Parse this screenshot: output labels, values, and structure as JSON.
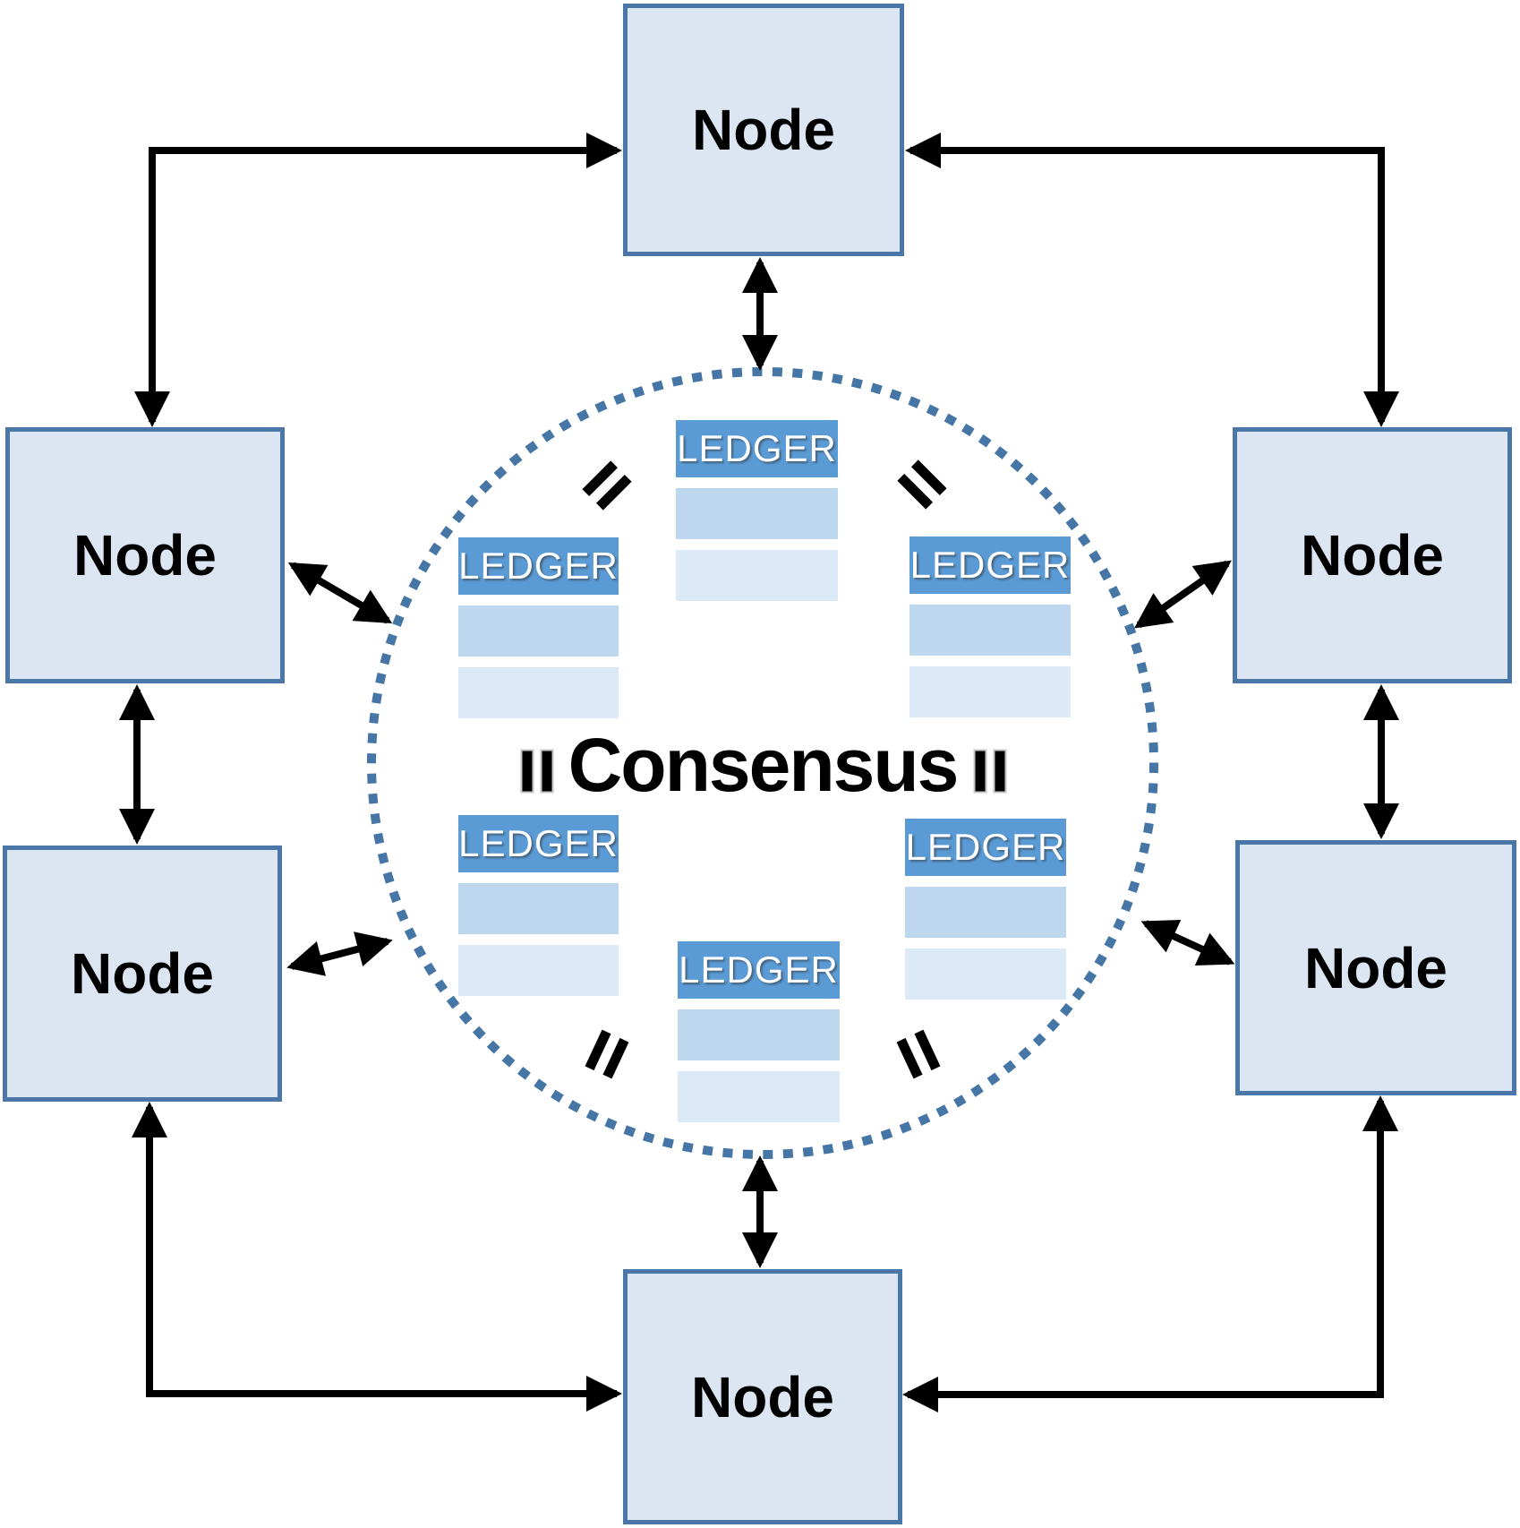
{
  "diagram_type": "distributed-ledger-consensus-network",
  "consensus": {
    "label": "Consensus"
  },
  "nodes": [
    {
      "id": "top",
      "label": "Node"
    },
    {
      "id": "upper-left",
      "label": "Node"
    },
    {
      "id": "upper-right",
      "label": "Node"
    },
    {
      "id": "lower-left",
      "label": "Node"
    },
    {
      "id": "lower-right",
      "label": "Node"
    },
    {
      "id": "bottom",
      "label": "Node"
    }
  ],
  "ledgers": [
    {
      "id": "top",
      "label": "LEDGER"
    },
    {
      "id": "upper-left",
      "label": "LEDGER"
    },
    {
      "id": "upper-right",
      "label": "LEDGER"
    },
    {
      "id": "lower-left",
      "label": "LEDGER"
    },
    {
      "id": "lower-right",
      "label": "LEDGER"
    },
    {
      "id": "bottom",
      "label": "LEDGER"
    }
  ],
  "equals_symbol": "=",
  "colors": {
    "node_fill": "#dbe6f2",
    "node_border": "#4a77a8",
    "ledger_header": "#5b9bd5",
    "ledger_row_mid": "#bdd7ee",
    "ledger_row_light": "#dce9f6",
    "consensus_circle": "#4576a6",
    "arrow": "#000000"
  }
}
